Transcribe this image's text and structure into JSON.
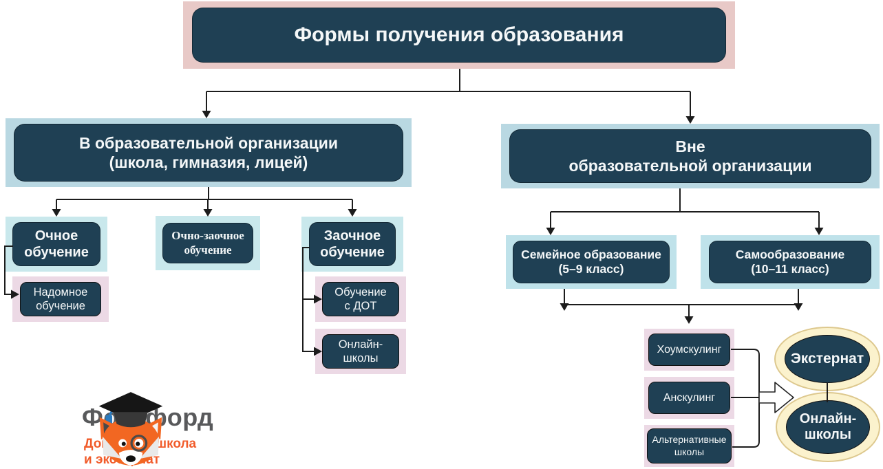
{
  "root": {
    "label": "Формы получения образования"
  },
  "left_branch": {
    "label": "В образовательной организации\n(школа, гимназия, лицей)",
    "children": [
      {
        "label": "Очное\nобучение"
      },
      {
        "label": "Очно-заочное\nобучение"
      },
      {
        "label": "Заочное\nобучение"
      }
    ],
    "ochnoe_sub": {
      "label": "Надомное\nобучение"
    },
    "zaochnoe_subs": [
      {
        "label": "Обучение\nс ДОТ"
      },
      {
        "label": "Онлайн-\nшколы"
      }
    ]
  },
  "right_branch": {
    "label": "Вне\nобразовательной организации",
    "children": [
      {
        "label": "Семейное образование\n(5–9 класс)"
      },
      {
        "label": "Самообразование\n(10–11 класс)"
      }
    ],
    "methods": [
      {
        "label": "Хоумскулинг"
      },
      {
        "label": "Анскулинг"
      },
      {
        "label": "Альтернативные\nшколы"
      }
    ],
    "outcomes": [
      {
        "label": "Экстернат"
      },
      {
        "label": "Онлайн-\nшколы"
      }
    ]
  },
  "logo": {
    "brand": "Фоксфорд",
    "tagline": "Домашняя школа\nи экстернат"
  },
  "palette": {
    "node_fill": "#1f4054",
    "pink_frame": "#e8c9c7",
    "blue_frame": "#b9d8e2",
    "cyan_frame": "#c9e8ec",
    "lilac_frame": "#ecd9e5",
    "ellipse_ring_fill": "#fbf2cd",
    "ellipse_ring_stroke": "#ddc88e",
    "line_color": "#1c1c1c",
    "brand_gray": "#58595b",
    "brand_orange": "#f15b2a"
  }
}
